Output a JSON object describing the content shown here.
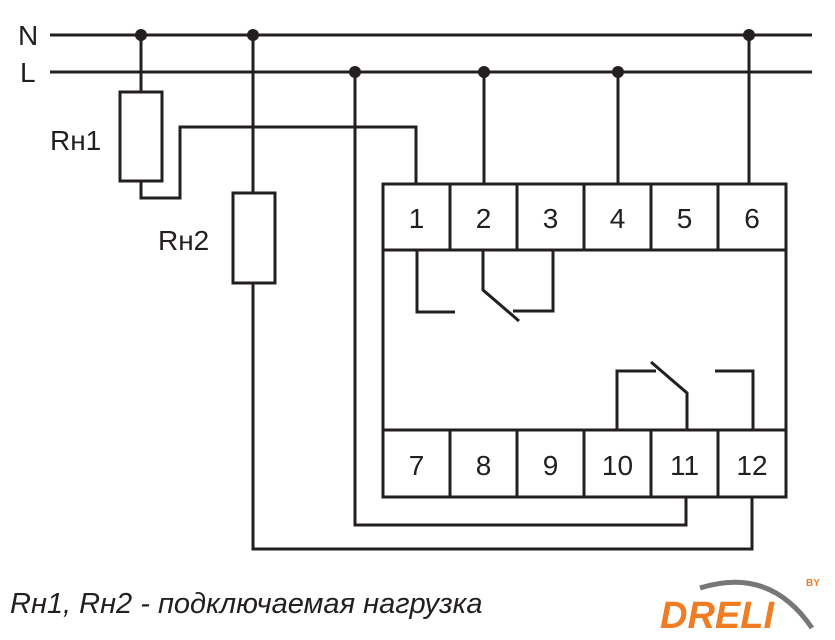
{
  "lines": {
    "neutral": "N",
    "live": "L"
  },
  "loads": {
    "rn1": "Rн1",
    "rn2": "Rн2"
  },
  "terminals_top": [
    "1",
    "2",
    "3",
    "4",
    "5",
    "6"
  ],
  "terminals_bottom": [
    "7",
    "8",
    "9",
    "10",
    "11",
    "12"
  ],
  "caption": "Rн1, Rн2 - подключаемая нагрузка",
  "logo": {
    "text": "DRELI",
    "suffix": "BY",
    "color": "#f07d23"
  }
}
